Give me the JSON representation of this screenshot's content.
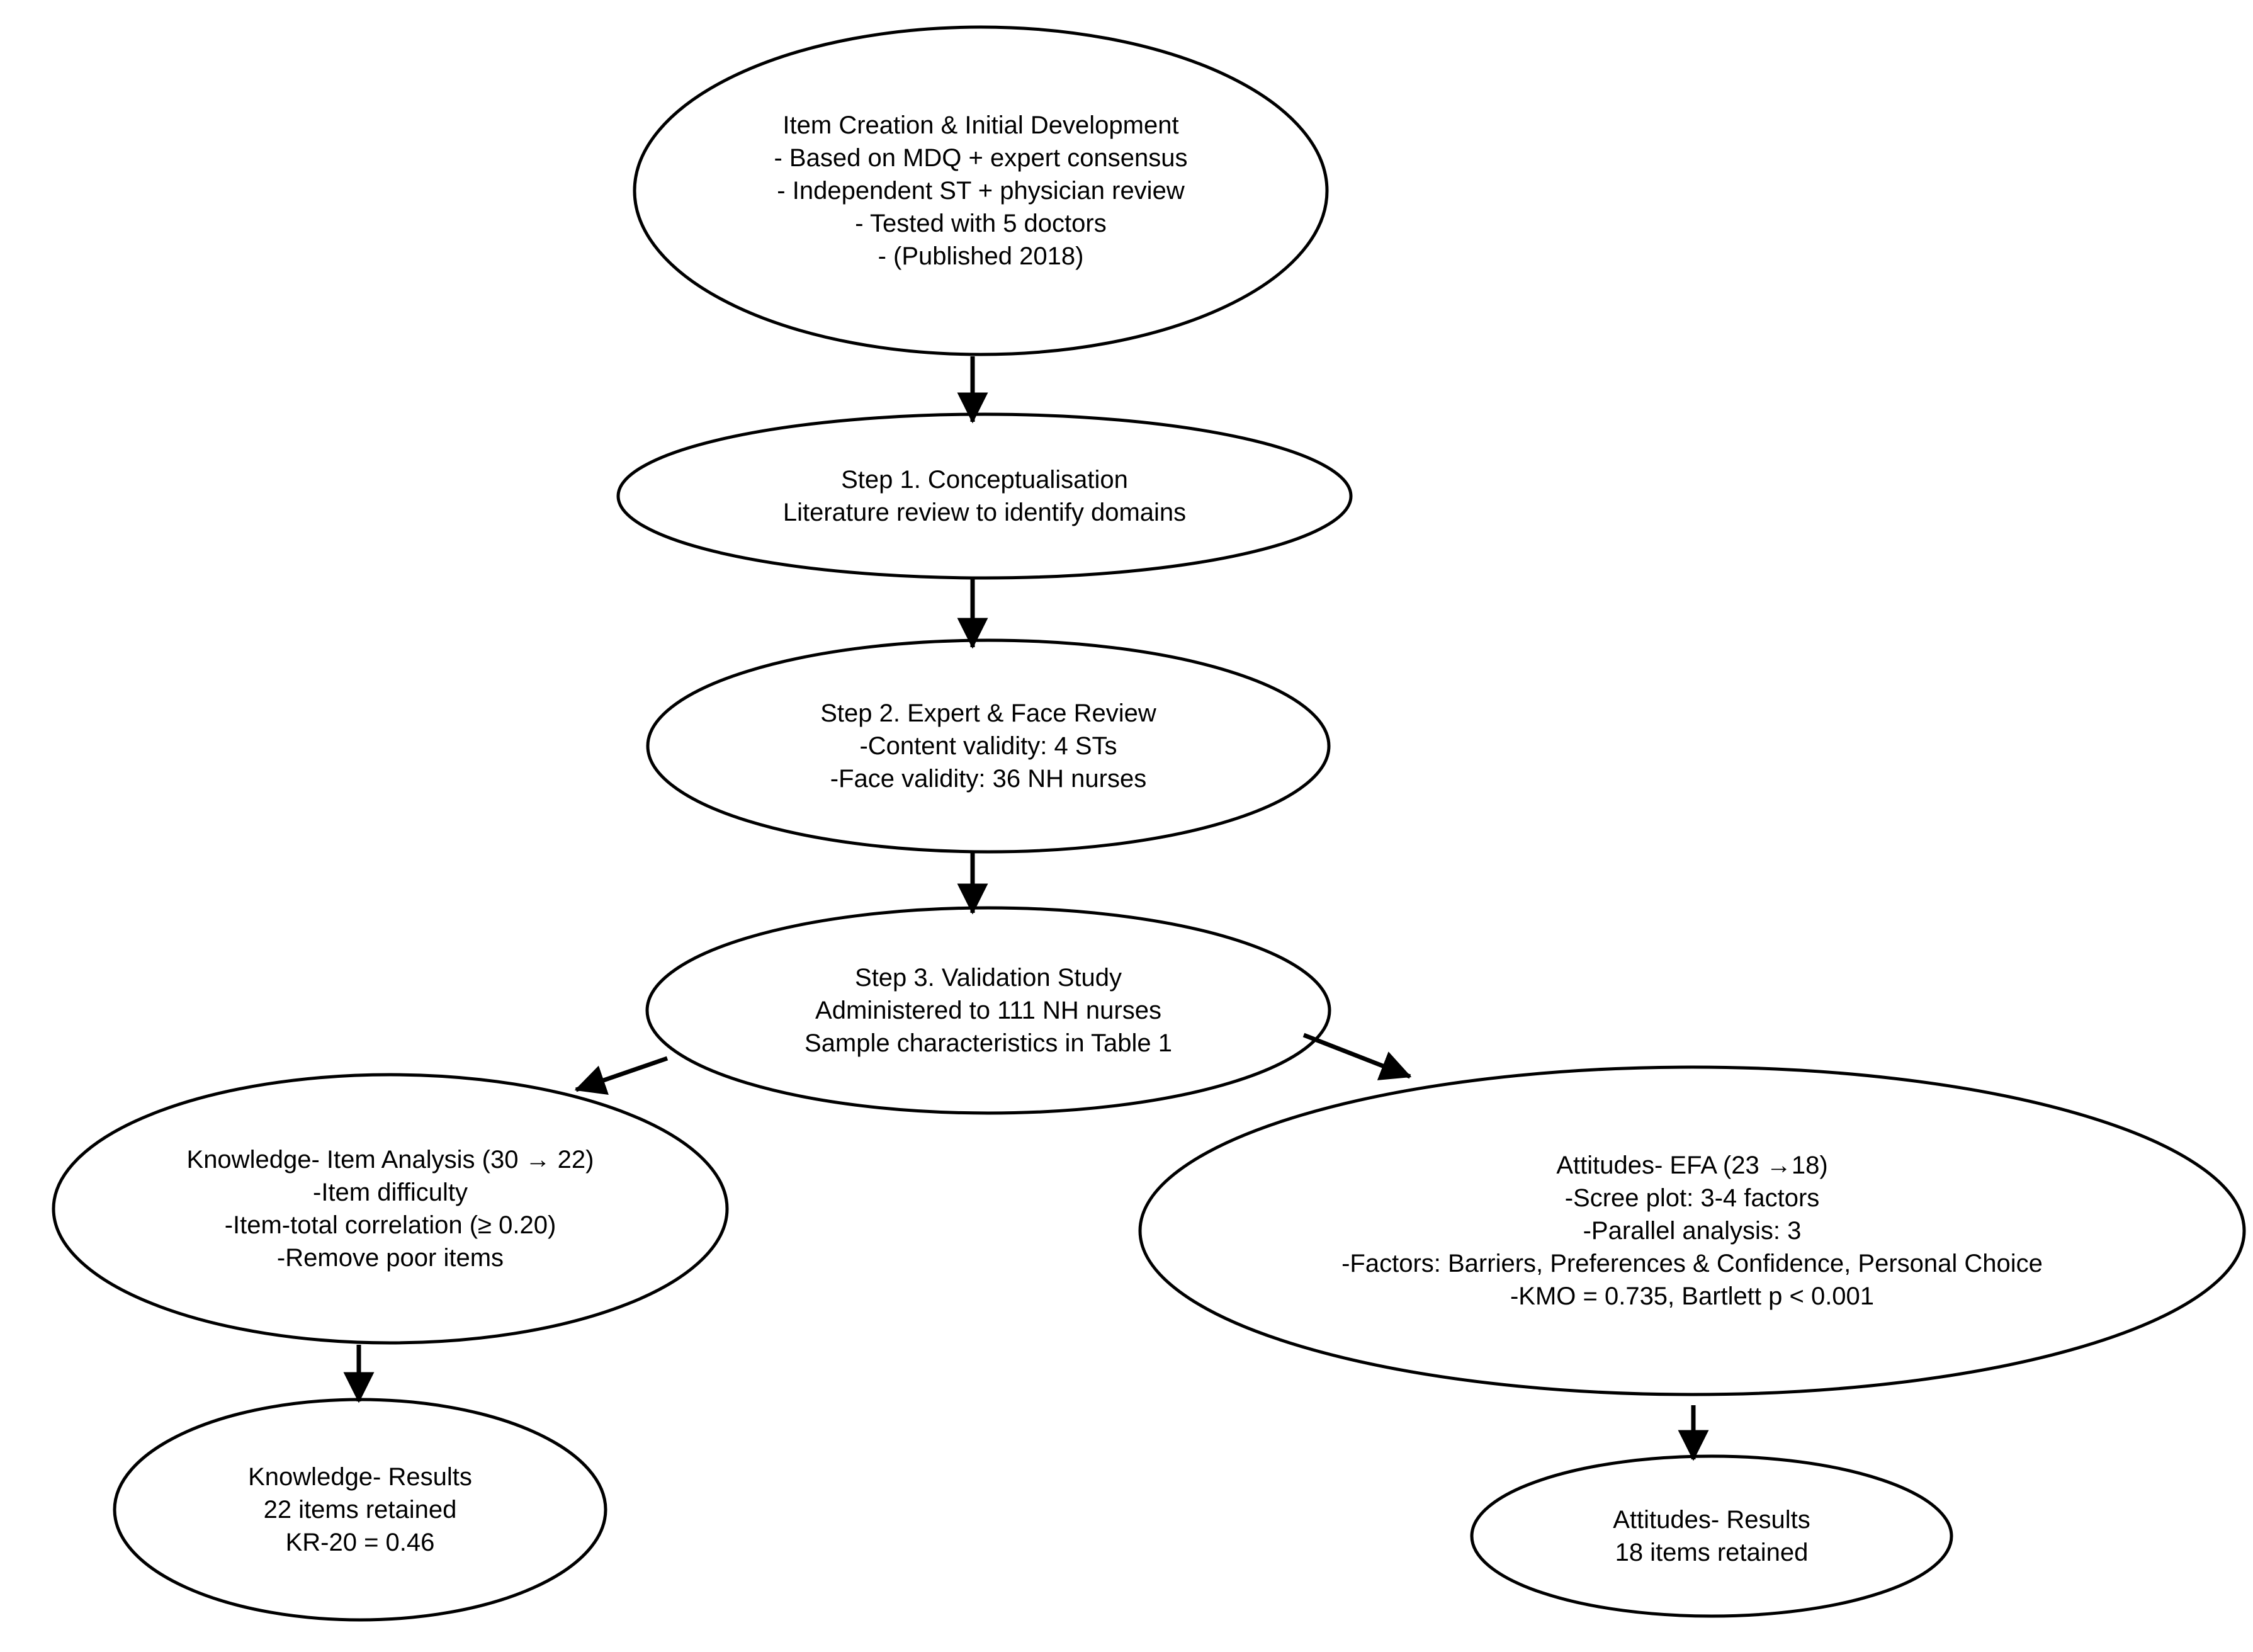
{
  "diagram": {
    "type": "flowchart",
    "background_color": "#ffffff",
    "stroke_color": "#000000",
    "text_color": "#000000"
  },
  "nodes": {
    "item_creation": {
      "lines": [
        "Item Creation & Initial Development",
        "- Based on MDQ + expert consensus",
        "- Independent ST + physician review",
        "- Tested with 5 doctors",
        "- (Published 2018)"
      ]
    },
    "step1": {
      "lines": [
        "Step 1. Conceptualisation",
        "Literature review to identify domains"
      ]
    },
    "step2": {
      "lines": [
        "Step 2. Expert & Face Review",
        "-Content validity: 4 STs",
        "-Face validity: 36 NH nurses"
      ]
    },
    "step3": {
      "lines": [
        "Step 3. Validation Study",
        "Administered to 111 NH nurses",
        "Sample characteristics in Table 1"
      ]
    },
    "knowledge_analysis": {
      "lines": [
        "Knowledge- Item Analysis (30 → 22)",
        "-Item difficulty",
        "-Item-total correlation (≥ 0.20)",
        "-Remove poor items"
      ]
    },
    "attitudes_efa": {
      "lines": [
        "Attitudes- EFA (23 →18)",
        "-Scree plot: 3-4 factors",
        "-Parallel analysis: 3",
        "-Factors: Barriers, Preferences & Confidence, Personal Choice",
        "-KMO = 0.735, Bartlett p < 0.001"
      ]
    },
    "knowledge_results": {
      "lines": [
        "Knowledge- Results",
        "22 items retained",
        "KR-20 = 0.46"
      ]
    },
    "attitudes_results": {
      "lines": [
        "Attitudes- Results",
        "18 items retained"
      ]
    }
  }
}
